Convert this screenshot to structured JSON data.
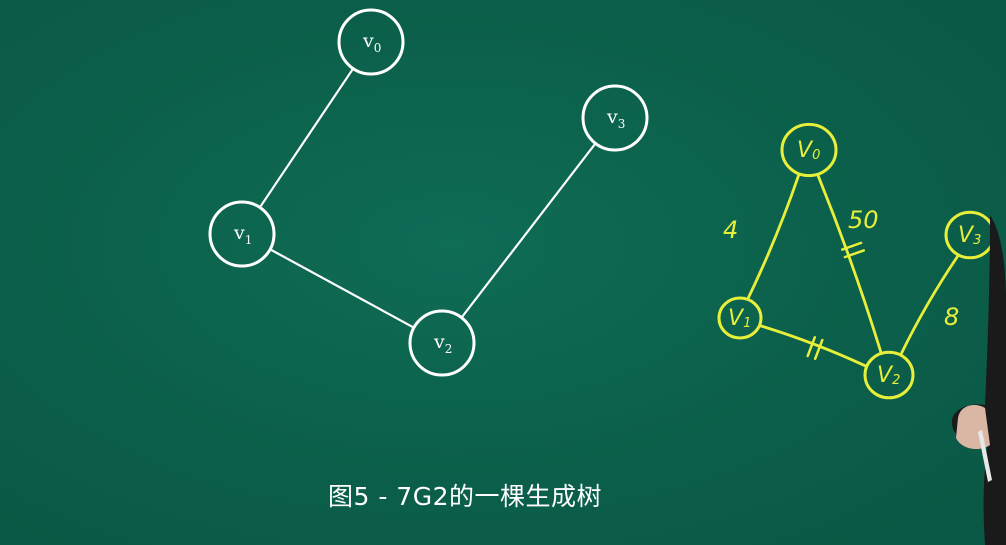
{
  "caption": "图5 - 7G2的一棵生成树",
  "spanning_tree": {
    "nodes": [
      {
        "id": "v0",
        "base": "v",
        "sub": "0"
      },
      {
        "id": "v1",
        "base": "v",
        "sub": "1"
      },
      {
        "id": "v2",
        "base": "v",
        "sub": "2"
      },
      {
        "id": "v3",
        "base": "v",
        "sub": "3"
      }
    ],
    "edges": [
      [
        "v0",
        "v1"
      ],
      [
        "v1",
        "v2"
      ],
      [
        "v2",
        "v3"
      ]
    ]
  },
  "handwritten_graph": {
    "color": "#e8ef3a",
    "nodes": [
      {
        "id": "V0",
        "base": "V",
        "sub": "0"
      },
      {
        "id": "V1",
        "base": "V",
        "sub": "1"
      },
      {
        "id": "V2",
        "base": "V",
        "sub": "2"
      },
      {
        "id": "V3",
        "base": "V",
        "sub": "3"
      }
    ],
    "edges": [
      {
        "from": "V0",
        "to": "V1",
        "weight": "4"
      },
      {
        "from": "V0",
        "to": "V2",
        "weight": "50"
      },
      {
        "from": "V1",
        "to": "V2",
        "weight": ""
      },
      {
        "from": "V2",
        "to": "V3",
        "weight": "8"
      }
    ]
  },
  "colors": {
    "board": "#0d6650",
    "chalk": "#ffffff",
    "marker": "#e8ef3a"
  }
}
